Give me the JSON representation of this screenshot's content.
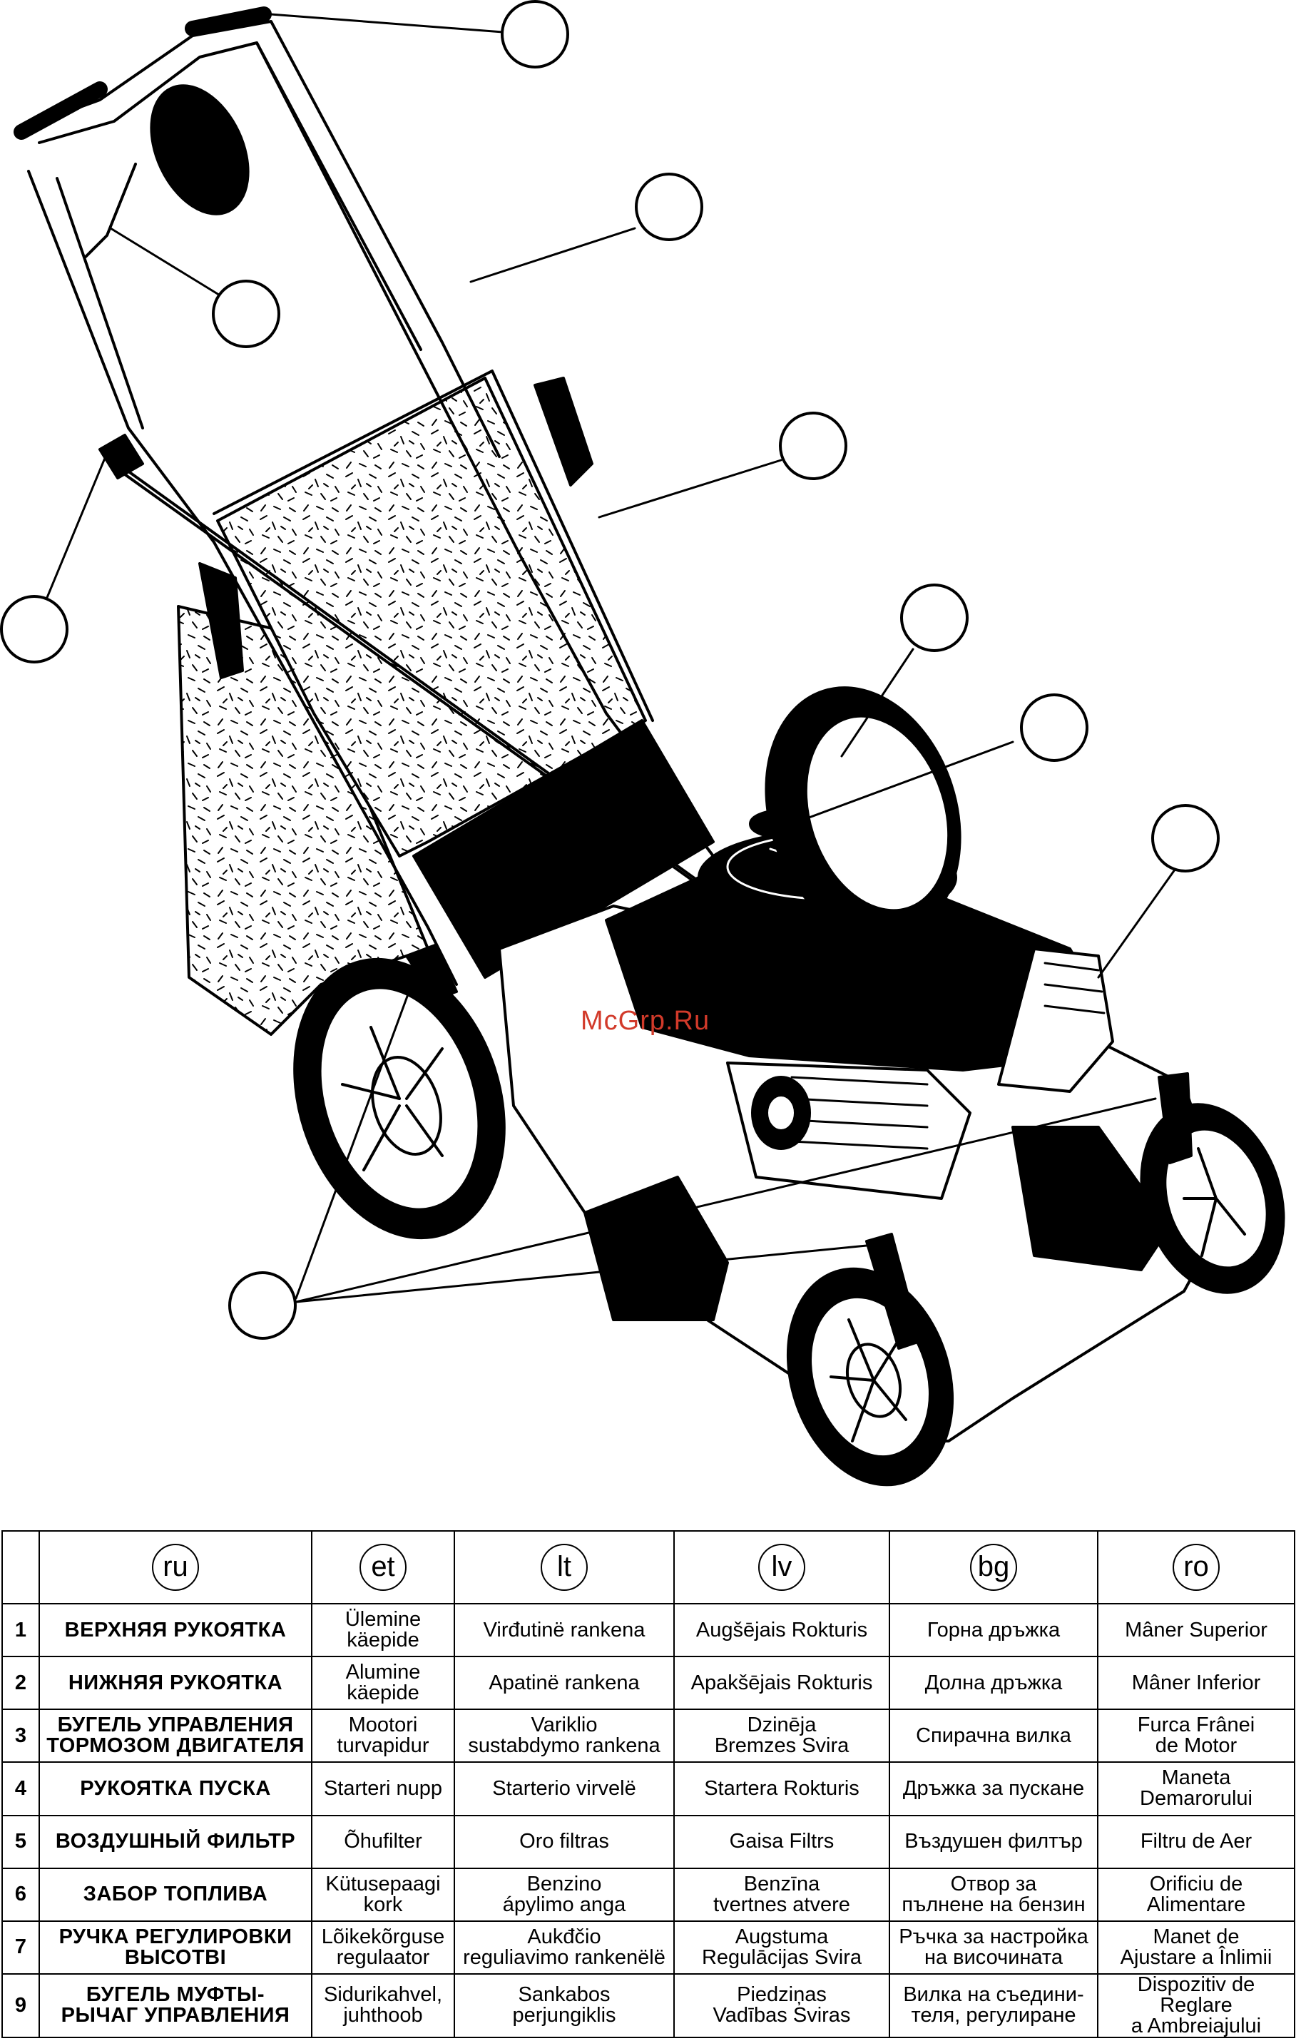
{
  "watermark": "McGrp.Ru",
  "table": {
    "languages": [
      "ru",
      "et",
      "lt",
      "lv",
      "bg",
      "ro"
    ],
    "rows": [
      {
        "num": "1",
        "ru": "ВЕРХНЯЯ РУКОЯТКА",
        "et": "Ülemine\nkäepide",
        "lt": "Virđutinë rankena",
        "lv": "Augšējais Rokturis",
        "bg": "Горна дръжка",
        "ro": "Mâner Superior"
      },
      {
        "num": "2",
        "ru": "НИЖНЯЯ РУКОЯТКА",
        "et": "Alumine\nkäepide",
        "lt": "Apatinë rankena",
        "lv": "Apakšējais Rokturis",
        "bg": "Долна дръжка",
        "ro": "Mâner Inferior"
      },
      {
        "num": "3",
        "ru": "БУГЕЛЬ УПРАВЛЕНИЯ\nТОРМОЗОМ ДВИГАТЕЛЯ",
        "et": "Mootori\nturvapidur",
        "lt": "Variklio\nsustabdymo rankena",
        "lv": "Dzinēja\nBremzes Svira",
        "bg": "Спирачна вилка",
        "ro": "Furca Frânei\nde Motor"
      },
      {
        "num": "4",
        "ru": "РУКОЯТКА ПУСКА",
        "et": "Starteri nupp",
        "lt": "Starterio virvelë",
        "lv": "Startera Rokturis",
        "bg": "Дръжка за пускане",
        "ro": "Maneta\nDemarorului"
      },
      {
        "num": "5",
        "ru": "ВОЗДУШНЫЙ ФИЛЬТР",
        "et": "Õhufilter",
        "lt": "Oro filtras",
        "lv": "Gaisa Filtrs",
        "bg": "Въздушен филтър",
        "ro": "Filtru de Aer"
      },
      {
        "num": "6",
        "ru": "ЗАБОР ТОПЛИВА",
        "et": "Kütusepaagi\nkork",
        "lt": "Benzino\nápylimo anga",
        "lv": "Benzīna\ntvertnes atvere",
        "bg": "Отвор за\nпълнене на бензин",
        "ro": "Orificiu de\nAlimentare"
      },
      {
        "num": "7",
        "ru": "РУЧКА РЕГУЛИРОВКИ\nВЫСОТВI",
        "et": "Lõikekõrguse\nregulaator",
        "lt": "Aukđčio\nreguliavimo rankenëlë",
        "lv": "Augstuma\nRegulācijas Svira",
        "bg": "Ръчка за настройка\nна височината",
        "ro": "Manet de\nAjustare a Înlimii"
      },
      {
        "num": "9",
        "ru": "БУГЕЛЬ МУФТЫ-\nРЫЧАГ УПРАВЛЕНИЯ",
        "et": "Sidurikahvel,\njuhthoob",
        "lt": "Sankabos\nperjungiklis",
        "lv": "Piedziņas\nVadības Sviras",
        "bg": "Вилка на съедини-\nтеля, регулиране",
        "ro": "Dispozitiv de Reglare\na Ambreiajului"
      }
    ]
  }
}
